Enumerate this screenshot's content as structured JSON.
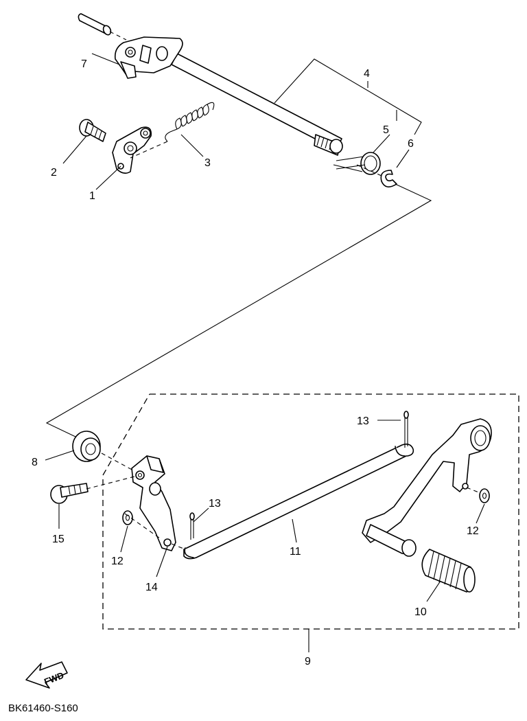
{
  "callouts": {
    "c1": "1",
    "c2": "2",
    "c3": "3",
    "c4": "4",
    "c5": "5",
    "c6": "6",
    "c7": "7",
    "c8": "8",
    "c9": "9",
    "c10": "10",
    "c11": "11",
    "c12a": "12",
    "c12b": "12",
    "c13a": "13",
    "c13b": "13",
    "c14": "14",
    "c15": "15"
  },
  "fwd_label": "FWD",
  "catalog_code": "BK61460-S160"
}
